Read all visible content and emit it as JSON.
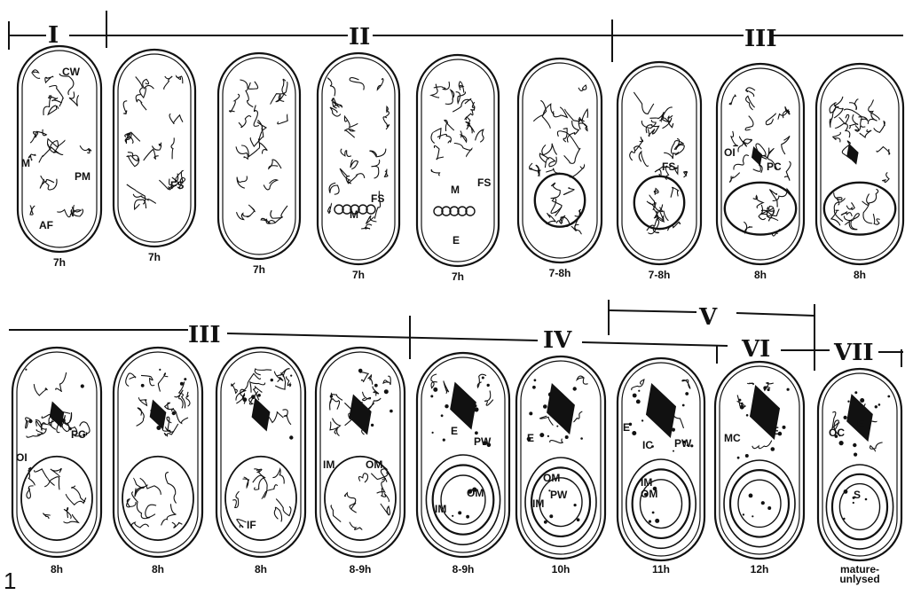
{
  "figure_number": "1",
  "stages": {
    "I": "I",
    "II": "II",
    "III_top": "III",
    "III_bottom": "III",
    "IV": "IV",
    "V": "V",
    "VI": "VI",
    "VII": "VII"
  },
  "row1_times": [
    "7h",
    "7h",
    "7h",
    "7h",
    "7h",
    "7-8h",
    "7-8h",
    "8h",
    "8h"
  ],
  "row2_times": [
    "8h",
    "8h",
    "8h",
    "8-9h",
    "8-9h",
    "10h",
    "11h",
    "12h",
    "mature-\nunlysed"
  ],
  "annotations": {
    "CW": "CW",
    "PM": "PM",
    "M": "M",
    "AF": "AF",
    "FS": "FS",
    "E": "E",
    "OI": "OI",
    "PC": "PC",
    "IM": "IM",
    "OM": "OM",
    "IF": "IF",
    "PW": "PW",
    "IC": "IC",
    "MC": "MC",
    "OC": "OC",
    "S": "S"
  }
}
